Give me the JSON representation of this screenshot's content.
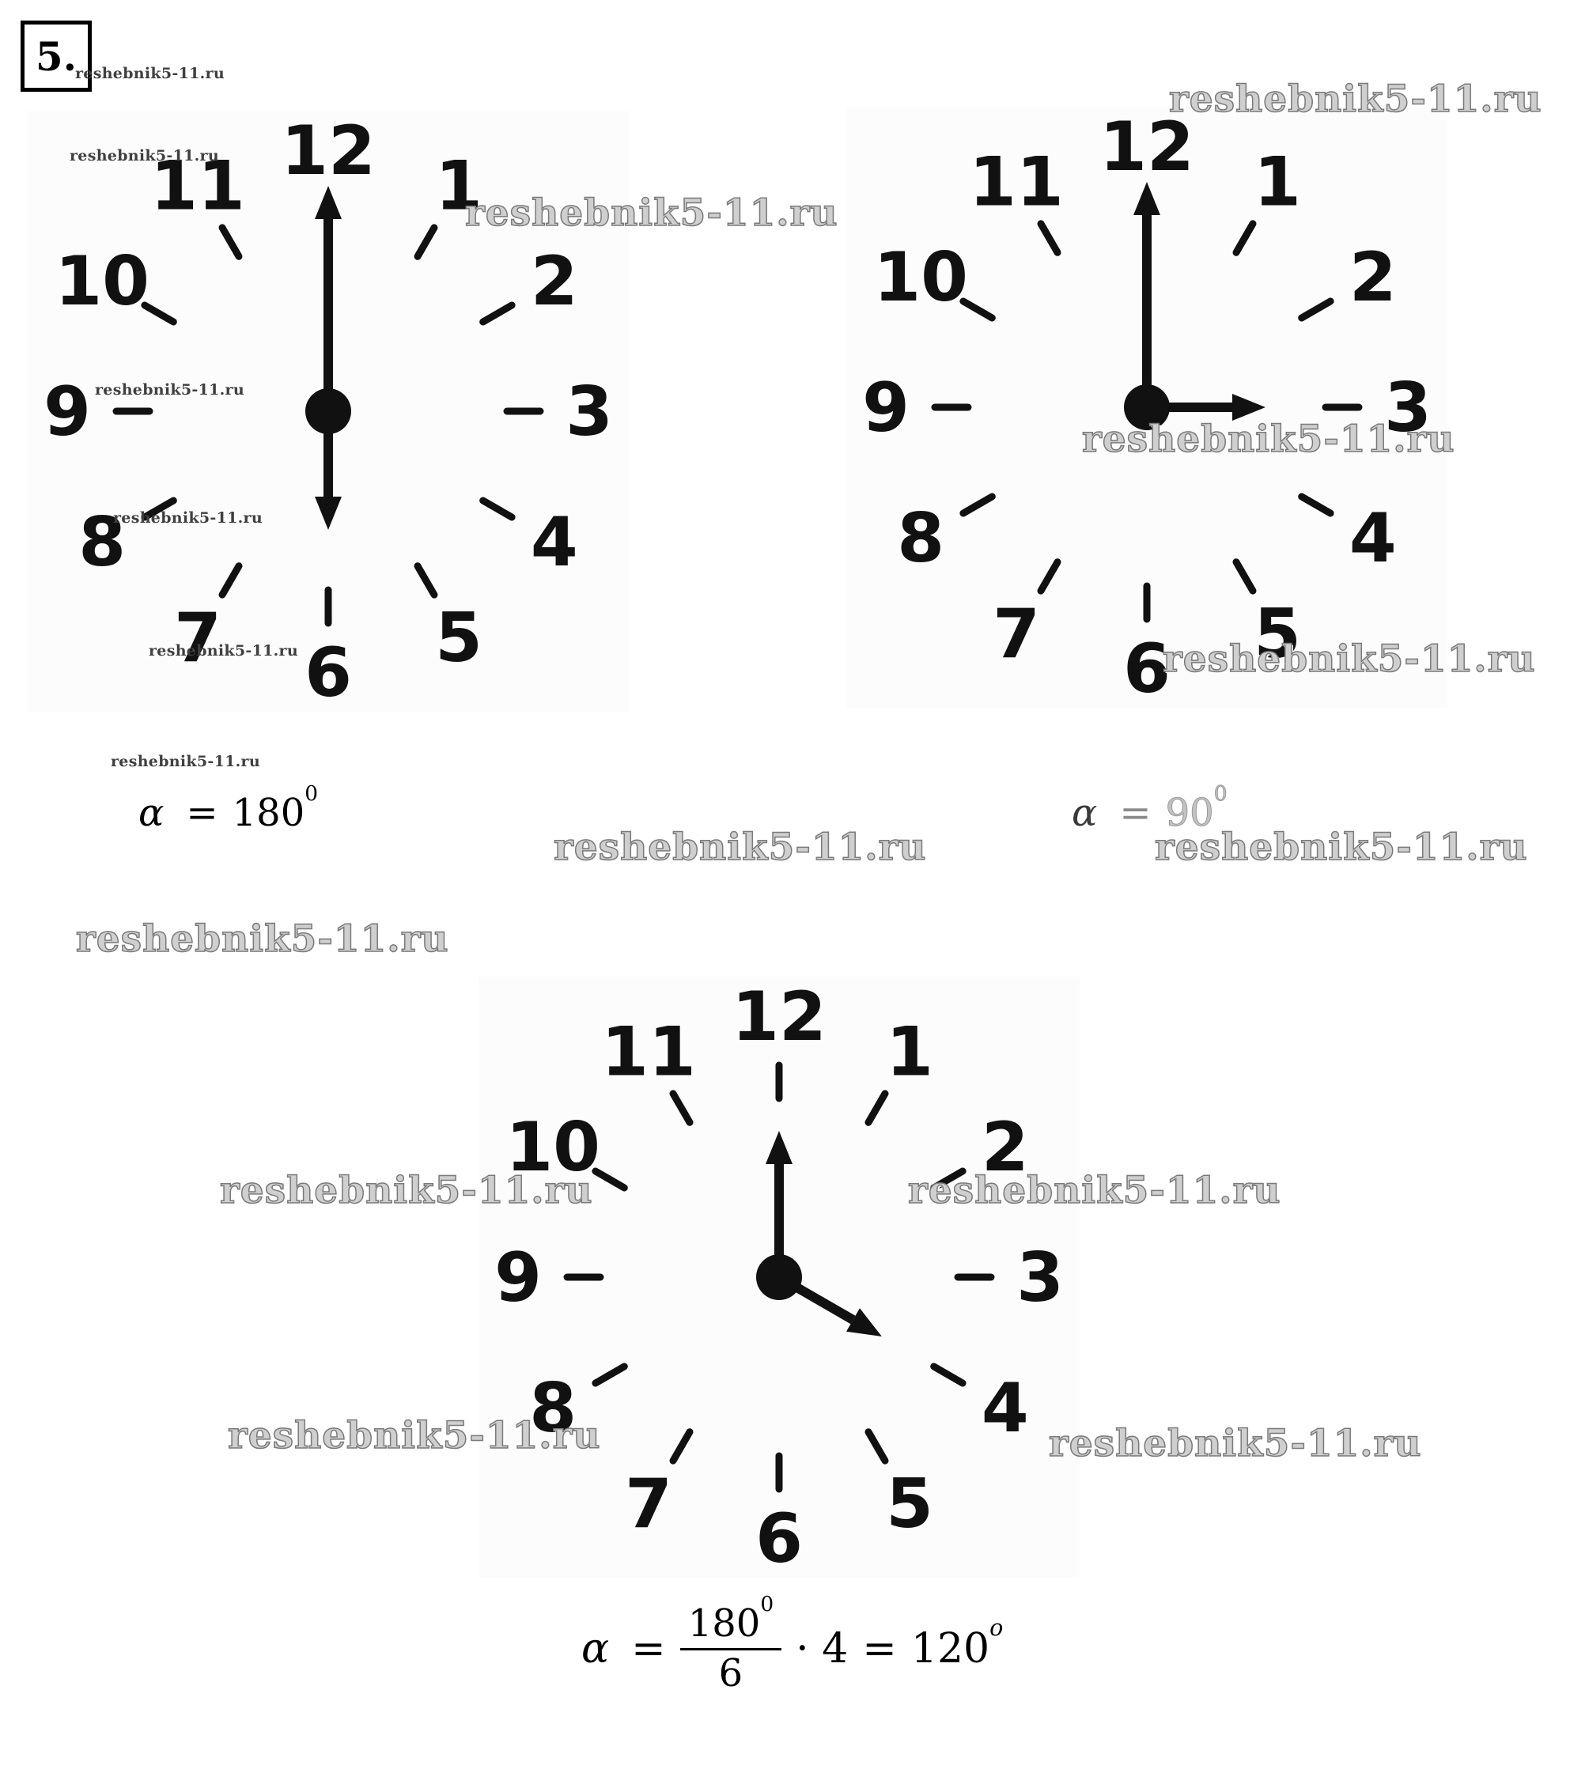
{
  "problem_number": "5.",
  "watermark": "reshebnik5-11.ru",
  "clock_numerals": [
    "1",
    "2",
    "3",
    "4",
    "5",
    "6",
    "7",
    "8",
    "9",
    "10",
    "11",
    "12"
  ],
  "clocks": [
    {
      "name": "clock-six-oclock",
      "hands": [
        {
          "name": "minute-hand",
          "angle": 0,
          "length": 285
        },
        {
          "name": "hour-hand",
          "angle": 180,
          "length": 150
        }
      ]
    },
    {
      "name": "clock-three-oclock",
      "hands": [
        {
          "name": "minute-hand",
          "angle": 0,
          "length": 285
        },
        {
          "name": "hour-hand",
          "angle": 90,
          "length": 150
        }
      ]
    },
    {
      "name": "clock-four-oclock",
      "hands": [
        {
          "name": "minute-hand",
          "angle": 0,
          "length": 185
        },
        {
          "name": "hour-hand",
          "angle": 120,
          "length": 150
        }
      ]
    }
  ],
  "formulas": [
    {
      "alpha": "α",
      "eq": "=",
      "value": "180",
      "sup": "0"
    },
    {
      "alpha": "α",
      "eq": "=",
      "value": "90",
      "sup": "0"
    },
    {
      "alpha": "α",
      "eq": "=",
      "numerator": "180",
      "numerator_sup": "0",
      "denominator": "6",
      "times": "· 4",
      "eq2": "=",
      "result": "120",
      "result_sup": "o"
    }
  ]
}
